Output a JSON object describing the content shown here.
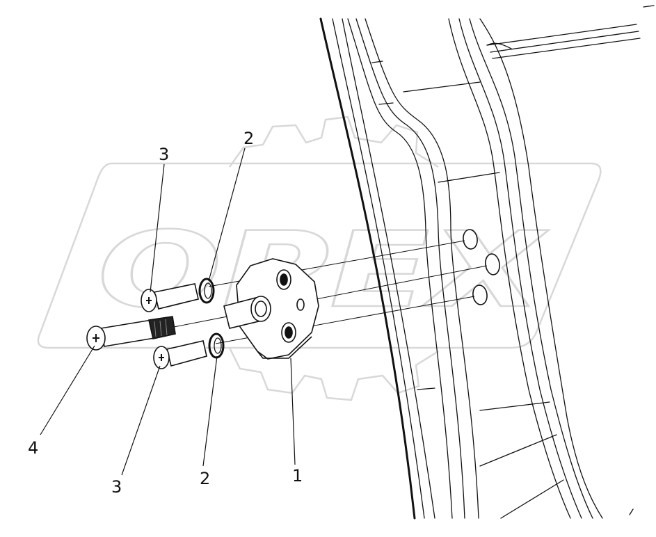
{
  "diagram": {
    "watermark": {
      "text": "OPEX",
      "type": "logo"
    },
    "callouts": [
      {
        "id": "c3-top",
        "label": "3"
      },
      {
        "id": "c2-top",
        "label": "2"
      },
      {
        "id": "c4",
        "label": "4"
      },
      {
        "id": "c3-bottom",
        "label": "3"
      },
      {
        "id": "c2-bottom",
        "label": "2"
      },
      {
        "id": "c1",
        "label": "1"
      }
    ],
    "parts": [
      {
        "number": "1",
        "name": "striker-plate"
      },
      {
        "number": "2",
        "name": "washer"
      },
      {
        "number": "3",
        "name": "countersunk-screw"
      },
      {
        "number": "4",
        "name": "striker-pin"
      }
    ]
  }
}
